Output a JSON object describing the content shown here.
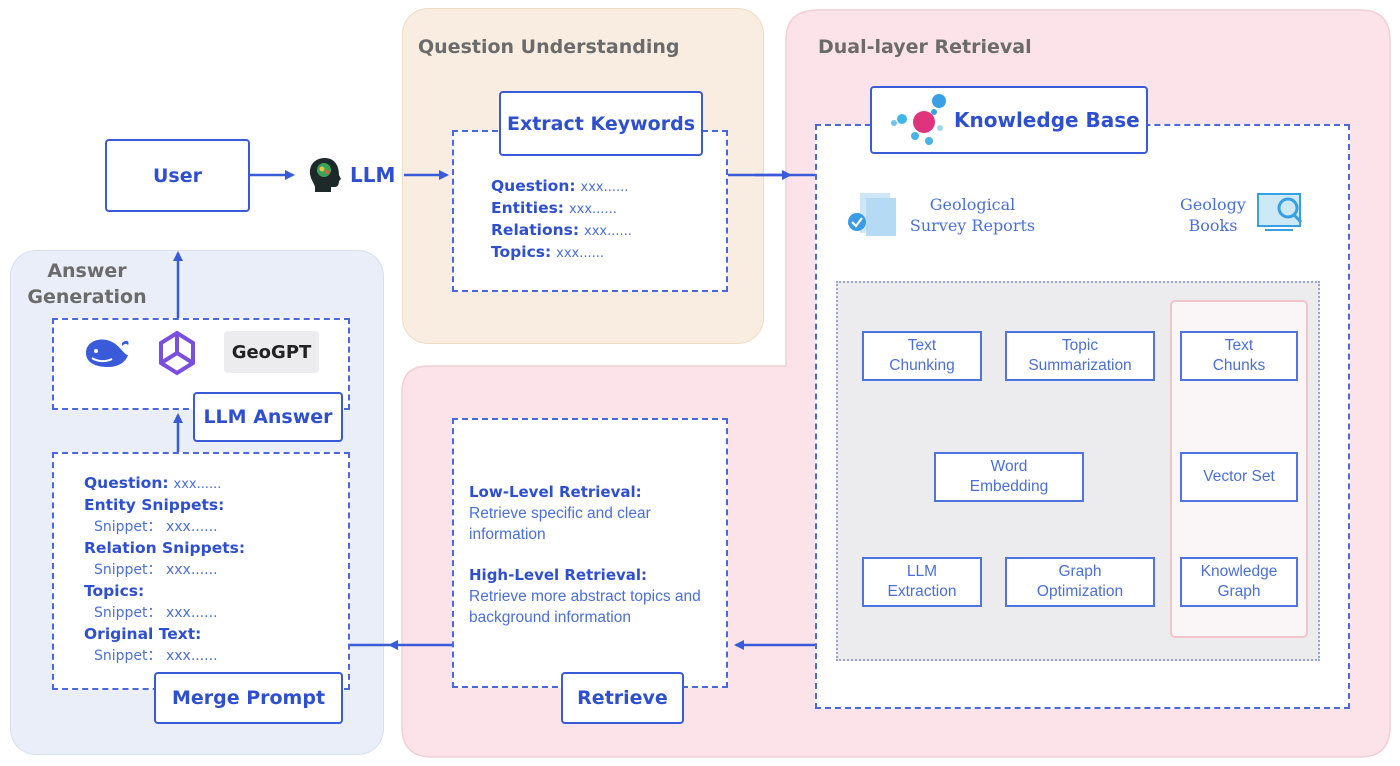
{
  "panels": {
    "question_understanding": "Question Understanding",
    "dual_layer_retrieval": "Dual-layer Retrieval",
    "answer_generation": "Answer\nGeneration"
  },
  "user": "User",
  "llm": "LLM",
  "extract_keywords": {
    "title": "Extract Keywords",
    "fields": [
      {
        "key": "Question:",
        "value": "xxx......"
      },
      {
        "key": "Entities:",
        "value": "xxx......"
      },
      {
        "key": "Relations:",
        "value": "xxx......"
      },
      {
        "key": "Topics:",
        "value": "xxx......"
      }
    ]
  },
  "knowledge_base": {
    "title": "Knowledge Base",
    "source_left": "Geological\nSurvey Reports",
    "source_right": "Geology\nBooks",
    "steps": {
      "text_chunking": "Text\nChunking",
      "topic_summarization": "Topic\nSummarization",
      "text_chunks": "Text\nChunks",
      "word_embedding": "Word\nEmbedding",
      "vector_set": "Vector Set",
      "llm_extraction": "LLM\nExtraction",
      "graph_optimization": "Graph\nOptimization",
      "knowledge_graph": "Knowledge\nGraph"
    }
  },
  "retrieve": {
    "label": "Retrieve",
    "low_title": "Low-Level Retrieval:",
    "low_desc": "Retrieve specific and clear information",
    "high_title": "High-Level Retrieval:",
    "high_desc": "Retrieve more abstract topics and background information"
  },
  "answer": {
    "models": [
      "GeoGPT"
    ],
    "llm_answer": "LLM Answer",
    "merge_prompt": "Merge Prompt",
    "prompt_lines": [
      {
        "key": "Question:",
        "value": "xxx......"
      },
      {
        "key": "Entity Snippets:",
        "value": ""
      },
      {
        "key": "",
        "value": "Snippet：  xxx......"
      },
      {
        "key": "Relation Snippets:",
        "value": ""
      },
      {
        "key": "",
        "value": "Snippet：  xxx......"
      },
      {
        "key": "Topics:",
        "value": ""
      },
      {
        "key": "",
        "value": "Snippet：  xxx......"
      },
      {
        "key": "Original Text:",
        "value": ""
      },
      {
        "key": "",
        "value": "Snippet：  xxx......"
      }
    ]
  },
  "colors": {
    "accent": "#3a5bd9",
    "answer_panel": "#e9eef8",
    "question_panel": "#f8ede0",
    "retrieval_panel": "#fbe3e9",
    "inner_gray": "#ececef"
  }
}
